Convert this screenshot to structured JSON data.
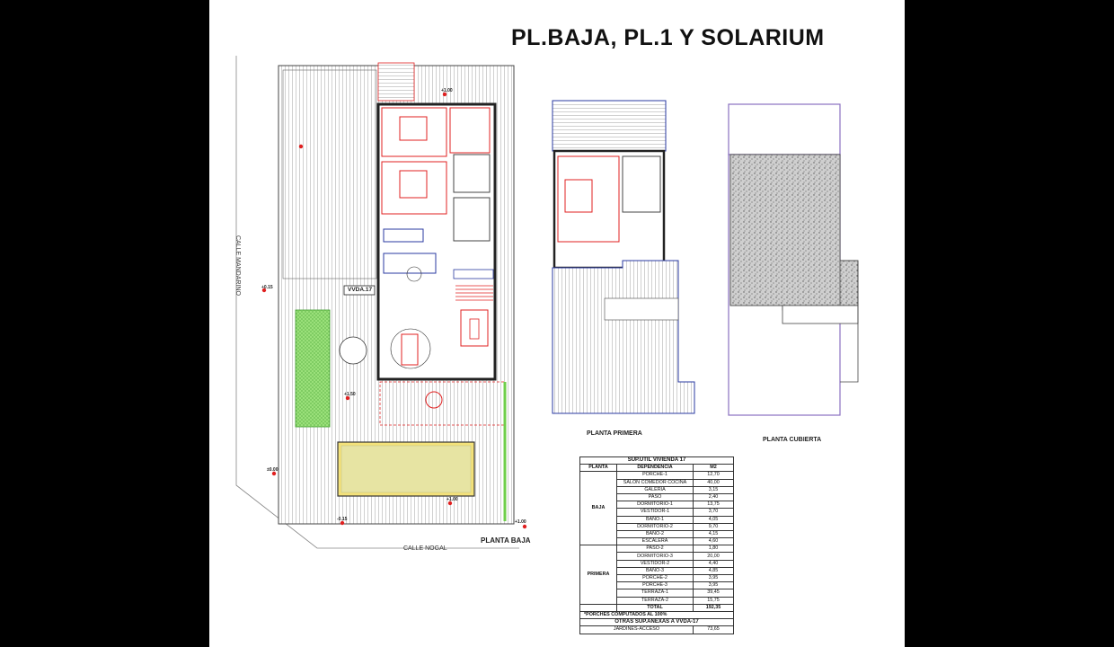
{
  "title": "PL.BAJA, PL.1 Y SOLARIUM",
  "plans": {
    "ground_label": "PLANTA BAJA",
    "first_label": "PLANTA PRIMERA",
    "roof_label": "PLANTA CUBIERTA",
    "unit_tag": "VVDA.17",
    "street_left": "CALLE MANDARINO",
    "street_bottom": "CALLE NOGAL",
    "level_marks": [
      "+0.15",
      "+1.00",
      "+1.50",
      "+1.00",
      "±0.00",
      "+1.00",
      "-0.15"
    ]
  },
  "colors": {
    "wall": "#e02020",
    "hatch": "#999999",
    "grass": "#6fcf4a",
    "pool": "#f4e27a",
    "roof": "#8a70c0"
  },
  "table": {
    "title": "SUP.UTIL VIVIENDA 17",
    "headers": [
      "PLANTA",
      "DEPENDENCIA",
      "M2"
    ],
    "groups": [
      {
        "planta": "BAJA",
        "rows": [
          [
            "PORCHE-1",
            "12,70"
          ],
          [
            "SALON COMEDOR COCINA",
            "40,00"
          ],
          [
            "GALERIA",
            "3,15"
          ],
          [
            "PASO",
            "2,40"
          ],
          [
            "DORMITORIO-1",
            "13,75"
          ],
          [
            "VESTIDOR-1",
            "3,70"
          ],
          [
            "BAÑO-1",
            "4,05"
          ],
          [
            "DORMITORIO-2",
            "9,70"
          ],
          [
            "BAÑO-2",
            "4,15"
          ],
          [
            "ESCALERA",
            "4,60"
          ]
        ]
      },
      {
        "planta": "PRIMERA",
        "rows": [
          [
            "PASO-2",
            "1,80"
          ],
          [
            "DORMITORIO-3",
            "20,00"
          ],
          [
            "VESTIDOR-2",
            "4,40"
          ],
          [
            "BAÑO-3",
            "4,85"
          ],
          [
            "PORCHE-2",
            "3,95"
          ],
          [
            "PORCHE-3",
            "3,95"
          ],
          [
            "TERRAZA-1",
            "39,45"
          ],
          [
            "TERRAZA-2",
            "15,75"
          ]
        ]
      }
    ],
    "total_label": "TOTAL",
    "total_value": "192,35",
    "note": "*PORCHES COMPUTADOS AL 100%",
    "annex_title": "OTRAS SUP.ANEXAS A VVDA-17",
    "annex_rows": [
      [
        "JARDINES-ACCESO",
        "73,65"
      ]
    ]
  }
}
